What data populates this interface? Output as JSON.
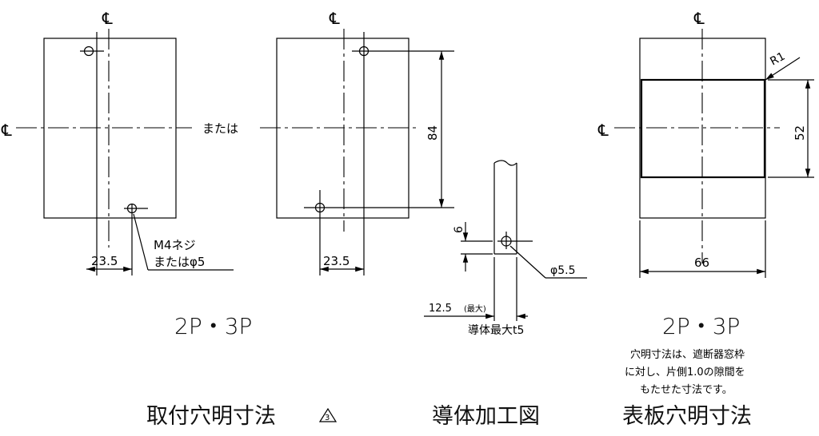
{
  "centerline_symbol": "℄",
  "view1": {
    "or_text": "または",
    "screw_label_line1": "M4ネジ",
    "screw_label_line2": "またはφ5",
    "dim_horizontal": "23.5",
    "pole_label": "2P・3P"
  },
  "view2": {
    "dim_vertical": "84",
    "dim_horizontal": "23.5"
  },
  "conductor": {
    "dim_hole_offset": "6",
    "hole_label": "φ5.5",
    "dim_width": "12.5",
    "dim_width_note": "(最大)",
    "thickness_note": "導体最大t5"
  },
  "panel_cut": {
    "dim_radius": "R1",
    "dim_height": "52",
    "dim_width": "66",
    "pole_label": "2P・3P",
    "note_line1": "穴明寸法は、遮断器窓枠",
    "note_line2": "に対し、片側1.0の隙間を",
    "note_line3": "もたせた寸法です。"
  },
  "headings": {
    "mounting": "取付穴明寸法",
    "revision_mark": "3",
    "conductor": "導体加工図",
    "panel": "表板穴明寸法"
  }
}
